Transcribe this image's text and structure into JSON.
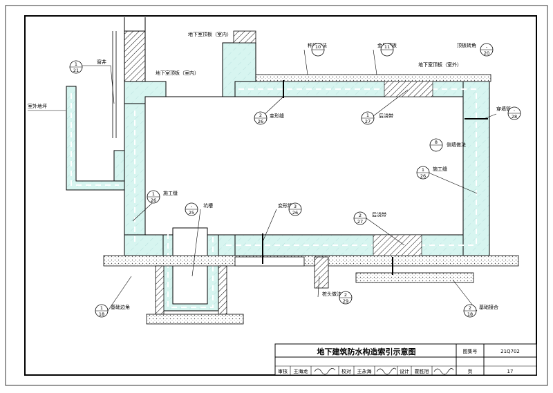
{
  "drawing": {
    "labels": {
      "window_well": "窗井",
      "outdoor_ground": "室外地坪",
      "roof_slab_indoor_left": "地下室顶板（室内）",
      "roof_slab_indoor_top": "地下室顶板（室内）",
      "roof_slab_outdoor": "地下室顶板（室外）",
      "planting_roof": "种顶做法",
      "metal_roof": "金属顶板",
      "roof_corner": "顶板转角",
      "deform_joint_roof": "变形缝",
      "post_pour_strip_roof": "后浇带",
      "wall_penetration": "穿墙管",
      "side_wall": "侧墙做法",
      "construction_joint_right": "施工缝",
      "construction_joint_left": "施工缝",
      "sump_pit": "坑槽",
      "deform_joint_floor": "变形缝",
      "post_pour_strip_floor": "后浇带",
      "pile_head": "桩头做法",
      "foundation_edge": "基础边角",
      "foundation_joint": "基础接合",
      "note_roof_1": "顶板",
      "note_roof_2": "顶板",
      "note_wall": "侧墙"
    },
    "callouts": {
      "window_well": {
        "top": "1",
        "bottom": "21"
      },
      "deform_joint_roof": {
        "top": "2",
        "bottom": "26"
      },
      "post_pour_strip_roof": {
        "top": "1",
        "bottom": "27"
      },
      "planting_roof": {
        "top": "10",
        "bottom": ""
      },
      "metal_roof": {
        "top": "11",
        "bottom": ""
      },
      "roof_corner": {
        "top": "-",
        "bottom": "20"
      },
      "wall_penetration": {
        "top": "-",
        "bottom": "28"
      },
      "side_wall": {
        "top": "8",
        "bottom": ""
      },
      "construction_joint_right": {
        "top": "1",
        "bottom": "26"
      },
      "construction_joint_left": {
        "top": "1",
        "bottom": "26"
      },
      "sump_pit": {
        "top": "-",
        "bottom": "25"
      },
      "deform_joint_floor": {
        "top": "3",
        "bottom": "26"
      },
      "post_pour_strip_floor": {
        "top": "2",
        "bottom": "27"
      },
      "pile_head": {
        "top": "2",
        "bottom": "29"
      },
      "foundation_edge": {
        "top": "1",
        "bottom": "18"
      },
      "foundation_joint": {
        "top": "2",
        "bottom": "18"
      }
    }
  },
  "title_block": {
    "title": "地下建筑防水构造索引示意图",
    "atlas_label": "图集号",
    "atlas_no": "21Q702",
    "review_label": "审核",
    "reviewer": "王海龙",
    "check_label": "校对",
    "checker": "王永海",
    "design_label": "设计",
    "designer": "霍胜旭",
    "page_label": "页",
    "page_no": "17"
  },
  "colors": {
    "concrete_fill": "#d7f5f0",
    "line": "#000000",
    "frame": "#000000"
  }
}
